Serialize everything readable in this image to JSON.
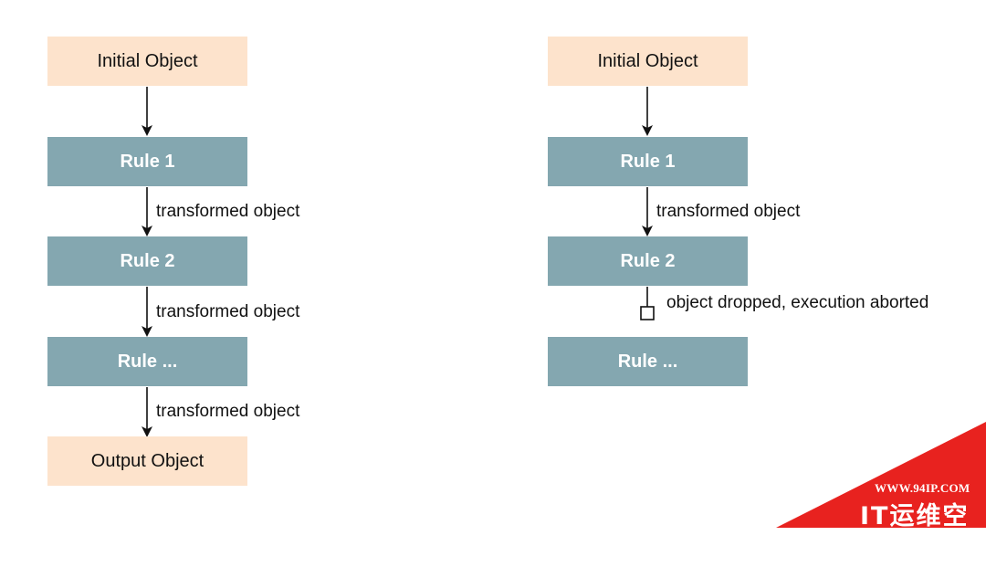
{
  "left_flow": {
    "initial": "Initial Object",
    "rule1": "Rule 1",
    "rule2": "Rule 2",
    "rule_more": "Rule ...",
    "output": "Output Object",
    "edge1_label": "transformed object",
    "edge2_label": "transformed object",
    "edge3_label": "transformed object"
  },
  "right_flow": {
    "initial": "Initial Object",
    "rule1": "Rule 1",
    "rule2": "Rule 2",
    "rule_more": "Rule ...",
    "edge1_label": "transformed object",
    "drop_label": "object dropped, execution aborted"
  },
  "watermark": {
    "url": "WWW.94IP.COM",
    "name": "IT运维空间"
  },
  "colors": {
    "object_fill": "#fde3cc",
    "rule_fill": "#84a7b0",
    "rule_text": "#ffffff",
    "arrow": "#111111",
    "watermark": "#e8221f"
  }
}
